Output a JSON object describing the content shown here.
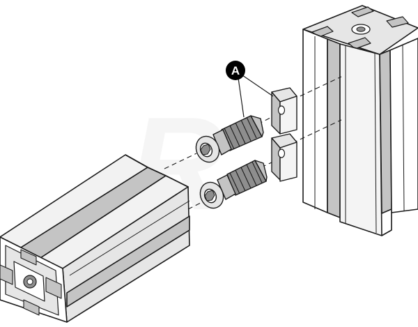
{
  "callout": {
    "label": "A"
  },
  "watermark": {
    "text": "R"
  },
  "colors": {
    "stroke": "#1a1a1a",
    "light": "#e6e6e6",
    "mid": "#c4c4c4",
    "dark": "#8e8e8e",
    "callout_fill": "#000000"
  },
  "parts": [
    "horizontal-extrusion-profile",
    "vertical-extrusion-profile",
    "upper-connector-screw",
    "lower-connector-screw",
    "upper-t-slot-nut",
    "lower-t-slot-nut"
  ]
}
